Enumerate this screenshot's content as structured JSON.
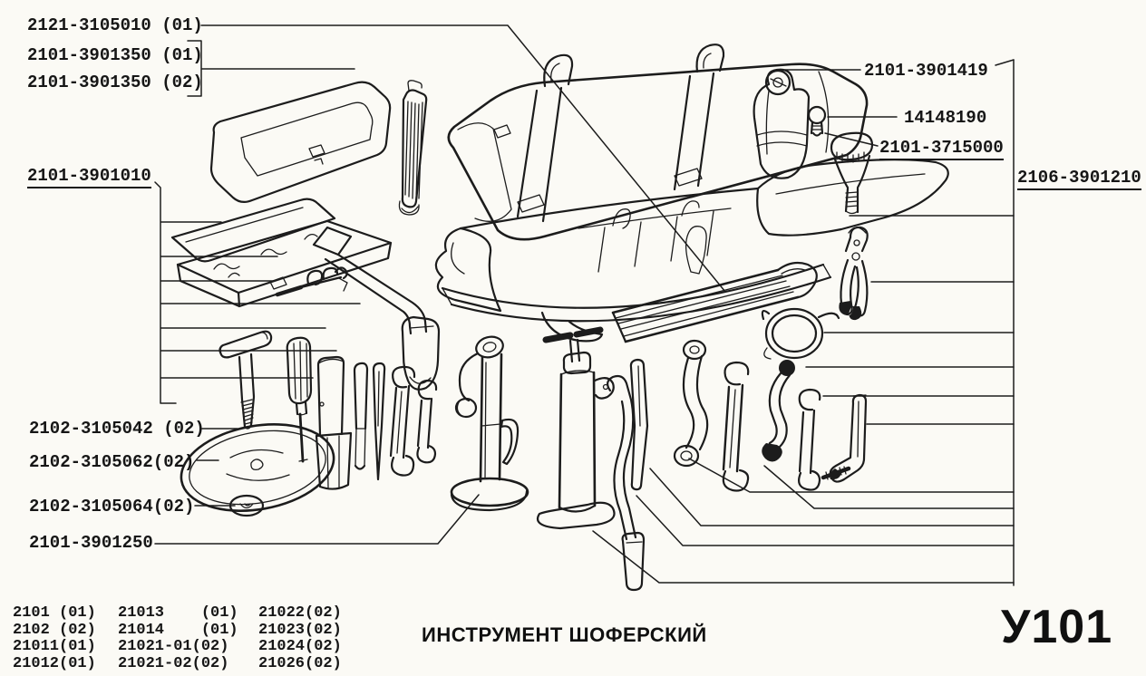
{
  "figure": {
    "caption": "ИНСТРУМЕНТ ШОФЕРСКИЙ",
    "sheet_code": "У101",
    "ink_color": "#1c1c1c",
    "paper_color": "#fbfaf5",
    "callouts": [
      {
        "name": "callout-2121-3105010-01",
        "text": "2121-3105010 (01)",
        "underlined": false
      },
      {
        "name": "callout-2101-3901350-01",
        "text": "2101-3901350 (01)",
        "underlined": false
      },
      {
        "name": "callout-2101-3901350-02",
        "text": "2101-3901350 (02)",
        "underlined": false
      },
      {
        "name": "callout-2101-3901010",
        "text": "2101-3901010",
        "underlined": true
      },
      {
        "name": "callout-2102-3105042-02",
        "text": "2102-3105042 (02)",
        "underlined": false
      },
      {
        "name": "callout-2102-3105062-02",
        "text": "2102-3105062(02)",
        "underlined": false
      },
      {
        "name": "callout-2102-3105064-02",
        "text": "2102-3105064(02)",
        "underlined": false
      },
      {
        "name": "callout-2101-3901250",
        "text": "2101-3901250",
        "underlined": false
      },
      {
        "name": "callout-2101-3901419",
        "text": "2101-3901419",
        "underlined": false
      },
      {
        "name": "callout-14148190",
        "text": "14148190",
        "underlined": false
      },
      {
        "name": "callout-2101-3715000",
        "text": "2101-3715000",
        "underlined": true
      },
      {
        "name": "callout-2106-3901210",
        "text": "2106-3901210",
        "underlined": true
      }
    ],
    "code_table": {
      "rows": [
        [
          "2101 (01)",
          "21013    (01)",
          "21022(02)"
        ],
        [
          "2102 (02)",
          "21014    (01)",
          "21023(02)"
        ],
        [
          "21011(01)",
          "21021-01(02)",
          "21024(02)"
        ],
        [
          "21012(01)",
          "21021-02(02)",
          "21026(02)"
        ]
      ]
    },
    "depicted_items": [
      "toolbox-lid",
      "toolbox-open",
      "ribbed-strip",
      "tool-bag-rolled",
      "tool-bag-open",
      "canvas-pouch",
      "spare-bulb",
      "inspection-lamp",
      "pliers",
      "wire-loop",
      "ribbed-mat",
      "lug-wrench",
      "valve-clamp",
      "t-handle-bolt",
      "screwdriver",
      "hubcap-disc",
      "grommet",
      "spark-plug-socket",
      "drift-rod",
      "punch",
      "open-end-wrench-small",
      "open-end-wrench-medium",
      "screw-jack",
      "tire-pump",
      "tire-lever",
      "wheel-brace",
      "bent-box-wrench",
      "open-end-wrench-large",
      "ball-end-handle",
      "open-end-wrench-slim",
      "l-screwdriver",
      "threaded-stud"
    ]
  }
}
